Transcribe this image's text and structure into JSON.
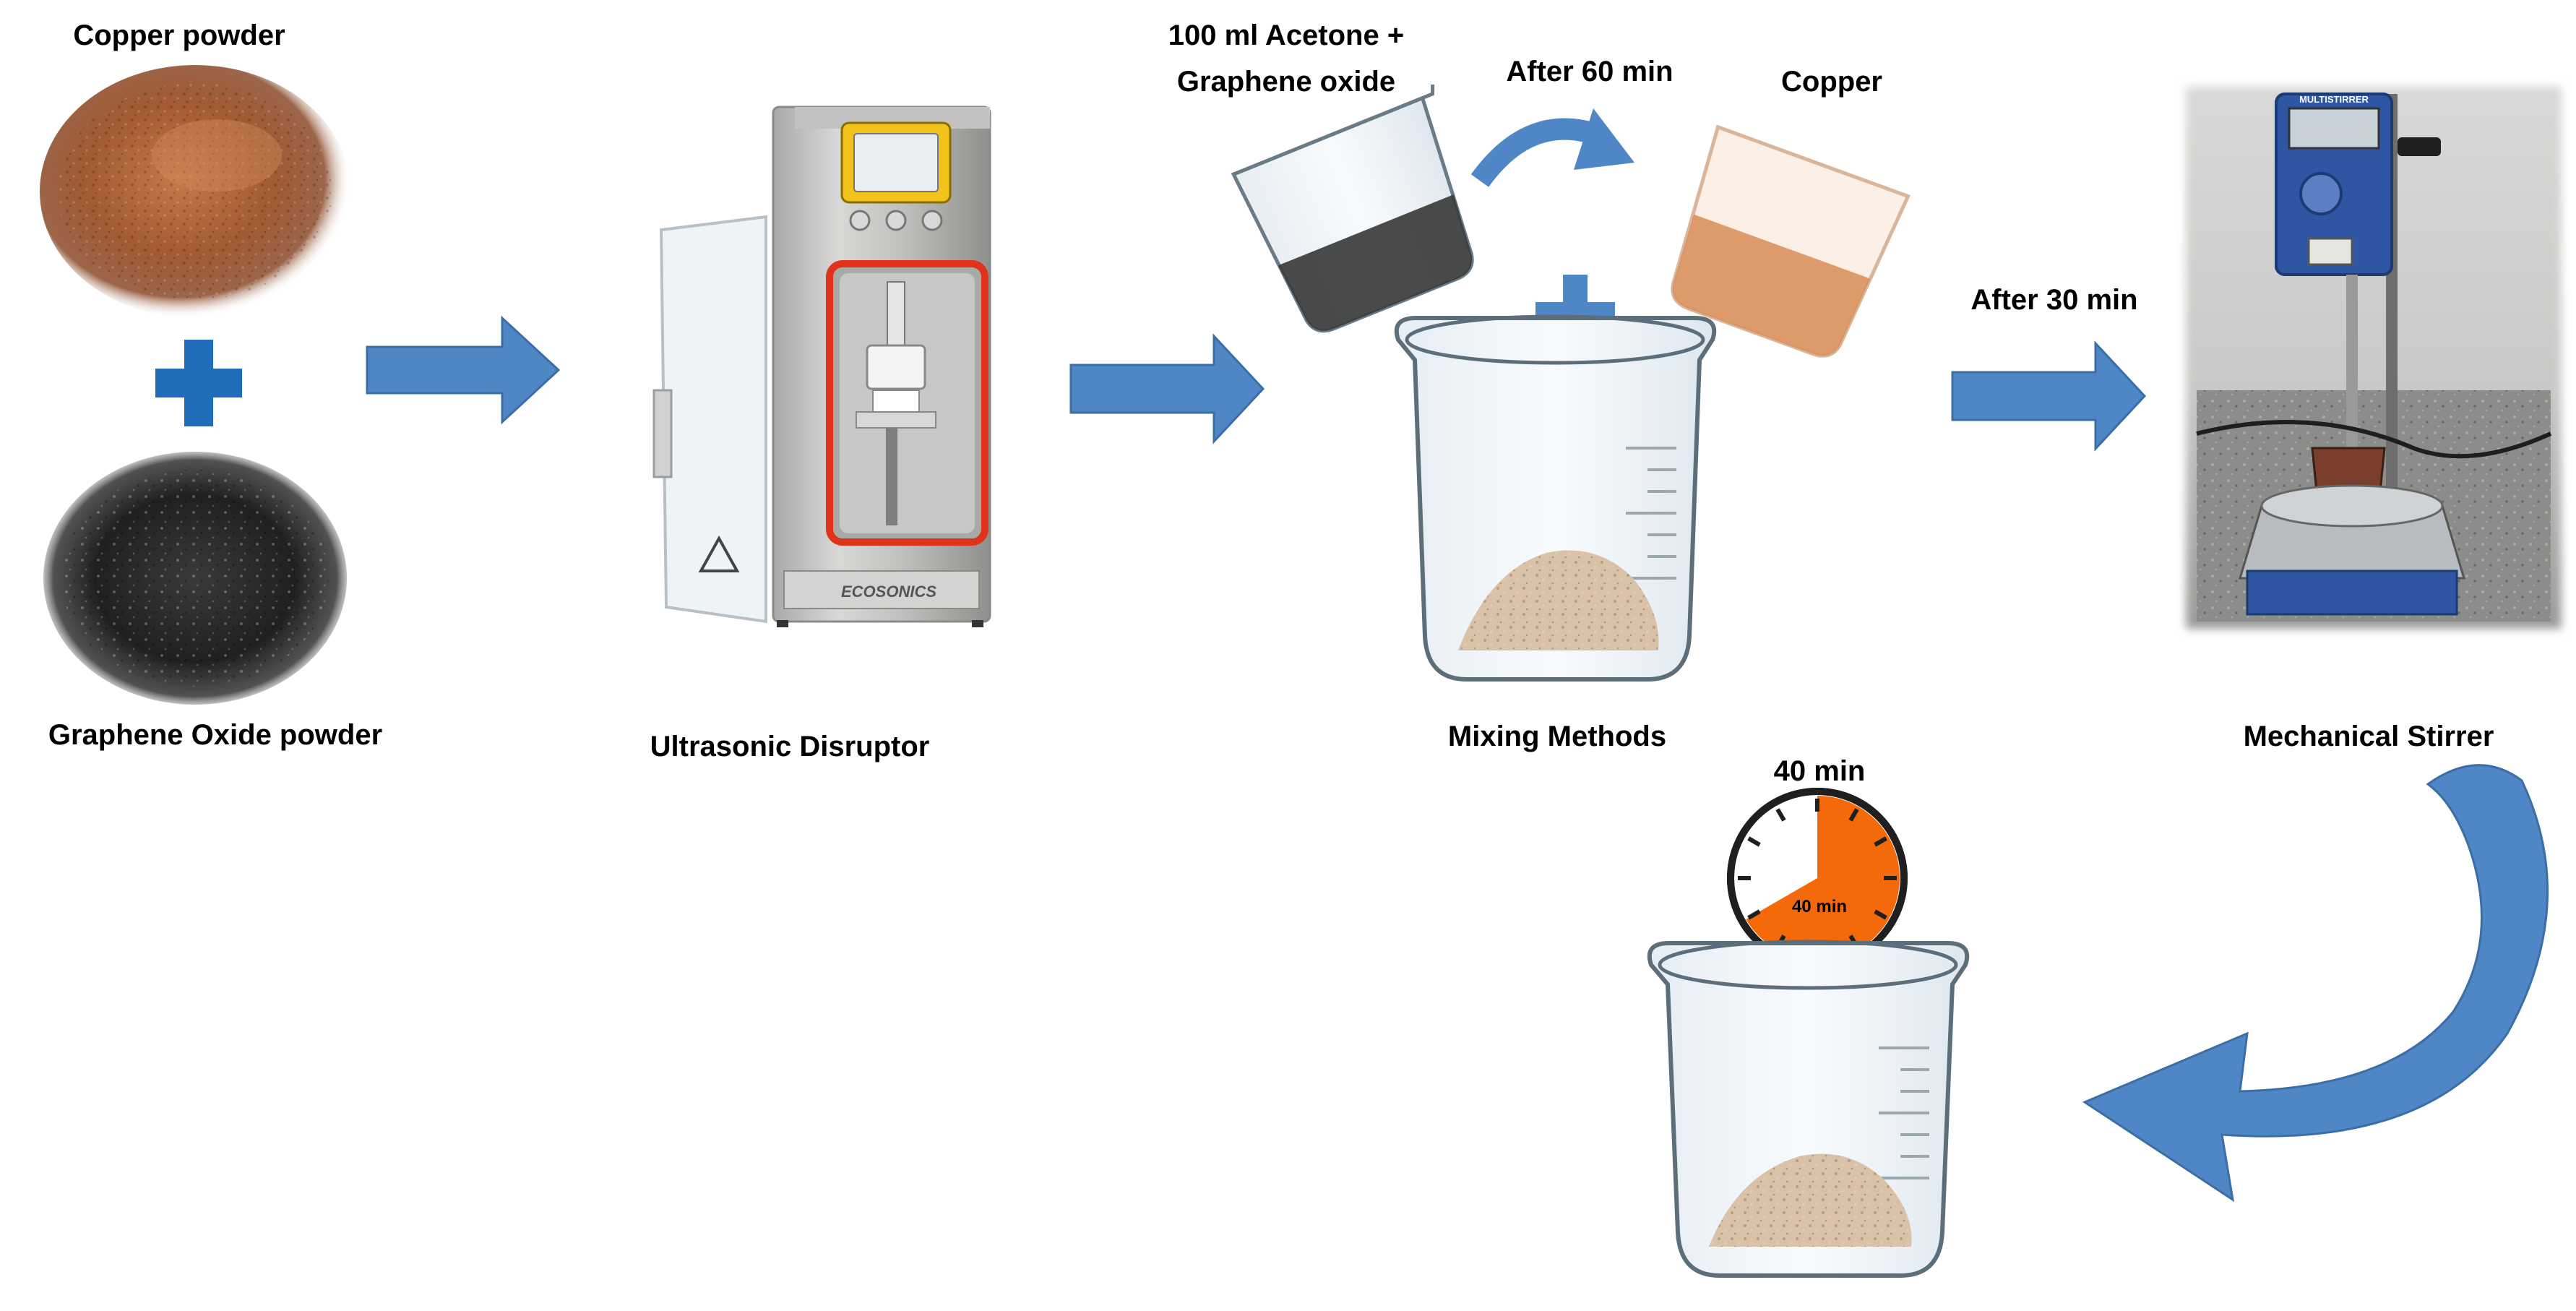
{
  "labels": {
    "copper_powder": "Copper powder",
    "graphene_oxide_powder": "Graphene Oxide powder",
    "ultrasonic_disruptor": "Ultrasonic Disruptor",
    "acetone_line1": "100 ml Acetone +",
    "acetone_line2": "Graphene oxide",
    "after_60": "After 60 min",
    "copper": "Copper",
    "mixing_methods": "Mixing Methods",
    "after_30": "After 30 min",
    "mechanical_stirrer": "Mechanical Stirrer",
    "timer_title": "40 min",
    "timer_face": "40 min"
  },
  "device_text": {
    "ultrasonic_brand": "ECOSONICS",
    "stirrer_brand": "MULTISTIRRER"
  },
  "timer": {
    "minutes": 40,
    "of_minutes": 60
  },
  "colors": {
    "arrow_blue": "#4f86c6",
    "arrow_blue_dark": "#3a6ea5",
    "plus_blue": "#1f6cb8",
    "timer_orange": "#f46a0b",
    "copper_brown": "#a0522d",
    "graphene_black": "#2a2a2a",
    "powder_beige": "#d9c2a7"
  }
}
